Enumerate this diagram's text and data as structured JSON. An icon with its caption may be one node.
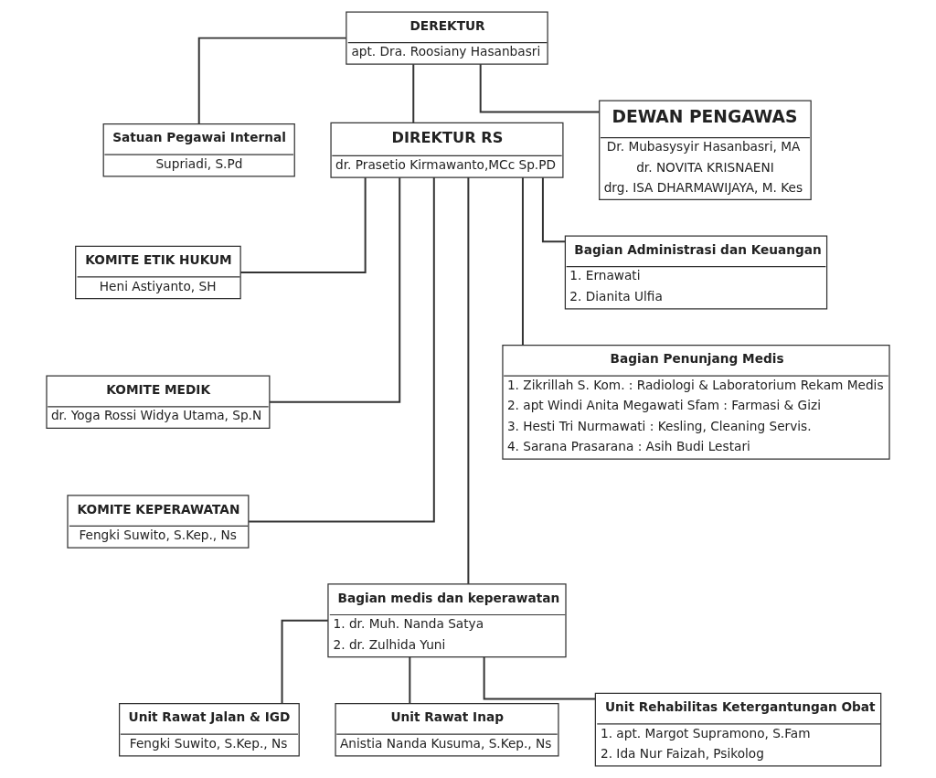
{
  "diagram": {
    "nodes": [
      {
        "text": [
          "DEREKTUR",
          "apt. Dra. Roosiany Hasanbasri"
        ]
      },
      {
        "text": [
          "Satuan Pegawai Internal",
          "Supriadi, S.Pd"
        ]
      },
      {
        "text": [
          "DEWAN PENGAWAS",
          "Dr. Mubasysyir Hasanbasri, MA",
          "dr. NOVITA KRISNAENI",
          "drg. ISA DHARMAWIJAYA, M. Kes"
        ]
      },
      {
        "text": [
          "DIREKTUR RS",
          "dr. Prasetio Kirmawanto,MCc Sp.PD"
        ]
      },
      {
        "text": [
          "KOMITE ETIK HUKUM",
          "Heni Astiyanto, SH"
        ]
      },
      {
        "text": [
          "Bagian Administrasi dan Keuangan",
          "1. Ernawati",
          "2. Dianita Ulfia"
        ]
      },
      {
        "text": [
          "KOMITE MEDIK",
          "dr. Yoga Rossi Widya Utama, Sp.N"
        ]
      },
      {
        "text": [
          "Bagian Penunjang Medis",
          "1. Zikrillah S. Kom. : Radiologi & Laboratorium Rekam Medis",
          "2. apt Windi Anita Megawati Sfam : Farmasi & Gizi",
          "3. Hesti Tri Nurmawati : Kesling, Cleaning Servis.",
          "4. Sarana Prasarana : Asih Budi Lestari"
        ]
      },
      {
        "text": [
          "KOMITE KEPERAWATAN",
          "Fengki Suwito, S.Kep., Ns"
        ]
      },
      {
        "text": [
          "Bagian medis dan keperawatan",
          "1. dr. Muh. Nanda Satya",
          "2. dr. Zulhida Yuni"
        ]
      },
      {
        "text": [
          "Unit Rawat Jalan & IGD",
          "Fengki Suwito, S.Kep., Ns"
        ]
      },
      {
        "text": [
          "Unit Rawat Inap",
          "Anistia Nanda Kusuma, S.Kep., Ns"
        ]
      },
      {
        "text": [
          "Unit Rehabilitas Ketergantungan Obat",
          "1. apt. Margot Supramono, S.Fam",
          "2. Ida Nur Faizah, Psikolog"
        ]
      }
    ],
    "edges": [
      {
        "from": 0,
        "to": 1,
        "arrow": "none"
      },
      {
        "from": 0,
        "to": 3,
        "arrow": "none"
      },
      {
        "from": 0,
        "to": 2,
        "arrow": "none"
      },
      {
        "from": 3,
        "to": 4,
        "arrow": "none"
      },
      {
        "from": 3,
        "to": 6,
        "arrow": "none"
      },
      {
        "from": 3,
        "to": 8,
        "arrow": "none"
      },
      {
        "from": 3,
        "to": 9,
        "arrow": "none"
      },
      {
        "from": 3,
        "to": 5,
        "arrow": "none"
      },
      {
        "from": 3,
        "to": 7,
        "arrow": "none"
      },
      {
        "from": 9,
        "to": 10,
        "arrow": "none"
      },
      {
        "from": 9,
        "to": 11,
        "arrow": "none"
      },
      {
        "from": 9,
        "to": 12,
        "arrow": "none"
      }
    ]
  }
}
